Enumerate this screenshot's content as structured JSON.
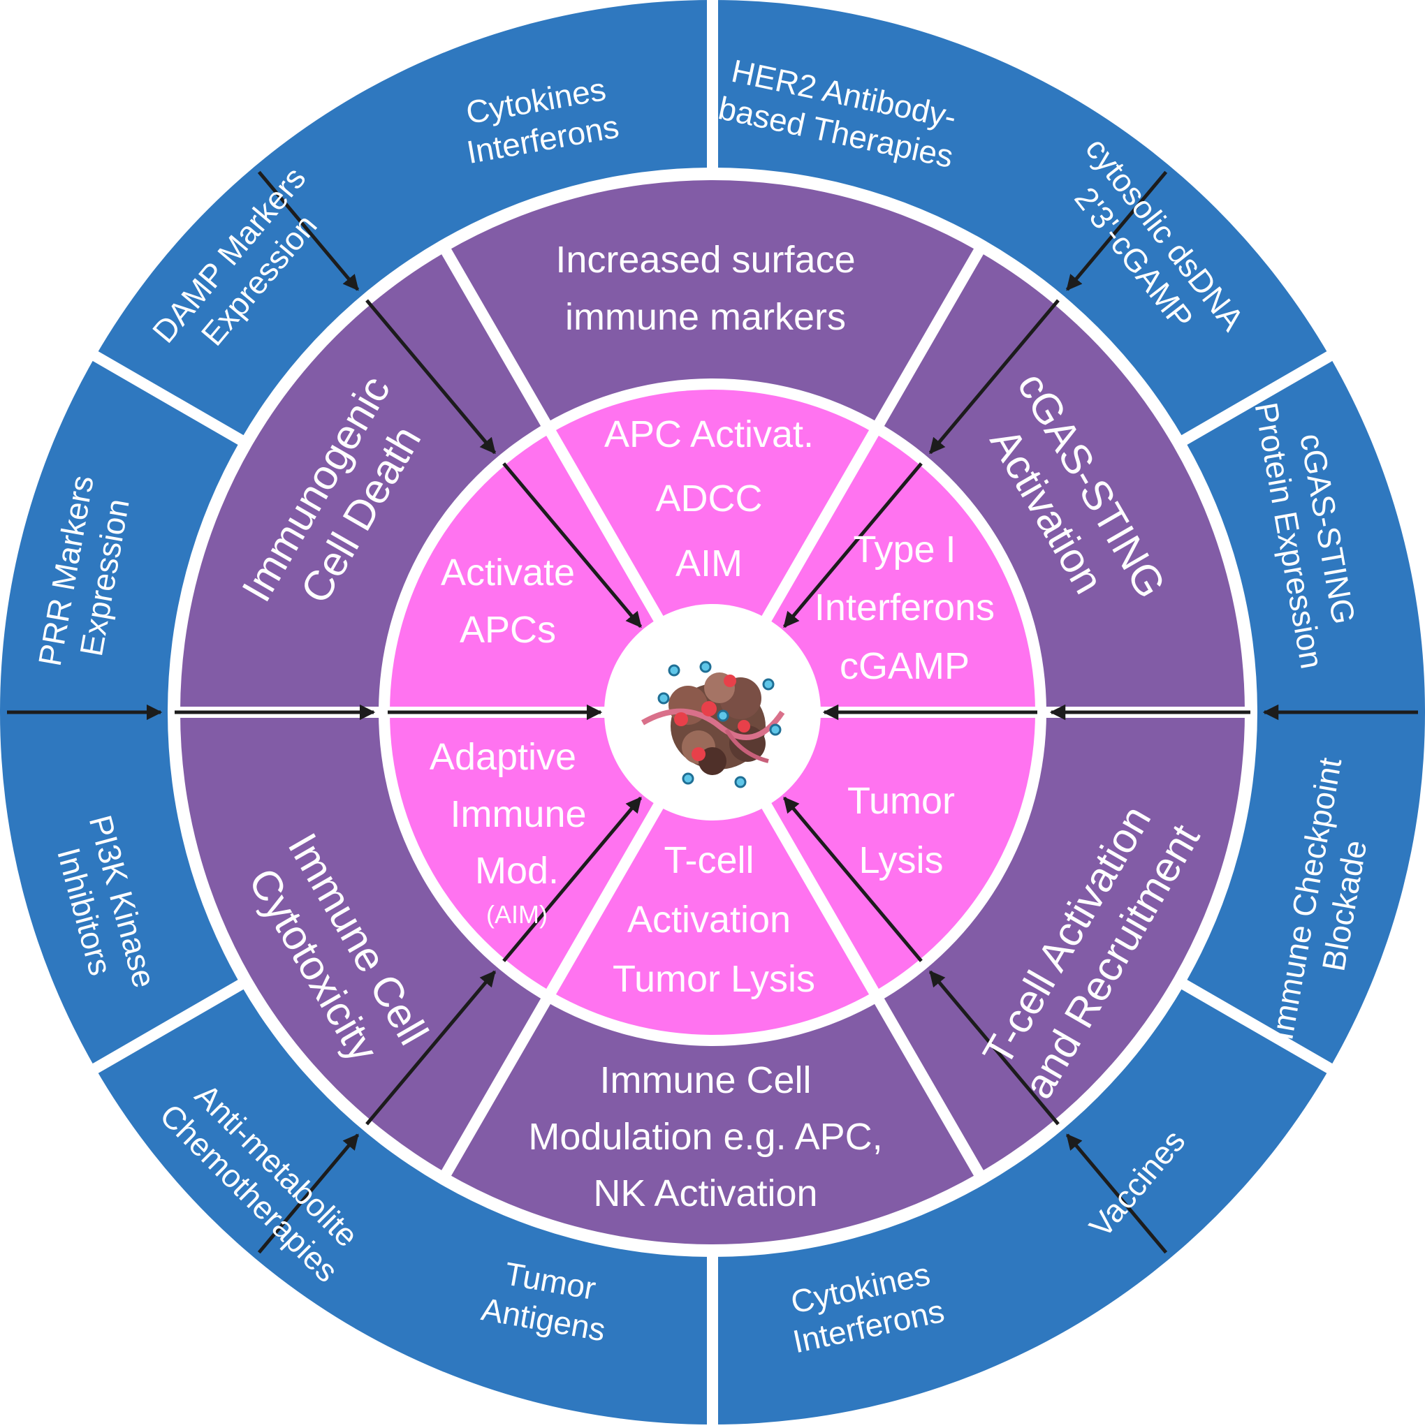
{
  "colors": {
    "outer": "#2f78bf",
    "middle": "#825ca6",
    "inner": "#ff73f0",
    "center": "#ffffff",
    "background": "#ffffff",
    "text": "#ffffff",
    "arrow": "#1c1c1c"
  },
  "outer_ring": {
    "top": {
      "left": [
        "Cytokines",
        "Interferons"
      ],
      "right": [
        "HER2 Antibody-",
        "based Therapies"
      ]
    },
    "upper_right": {
      "first": [
        "cytosolic dsDNA",
        "2'3'-cGAMP"
      ],
      "second": [
        "cGAS-STING",
        "Protein Expression"
      ]
    },
    "lower_right": {
      "first": [
        "Immune Checkpoint",
        "Blockade"
      ],
      "second": [
        "Vaccines"
      ]
    },
    "bottom": {
      "left": [
        "Tumor",
        "Antigens"
      ],
      "right": [
        "Cytokines",
        "Interferons"
      ]
    },
    "lower_left": {
      "first": [
        "PI3K Kinase",
        "Inhibitors"
      ],
      "second": [
        "Anti-metabolite",
        "Chemotherapies"
      ]
    },
    "upper_left": {
      "first": [
        "DAMP Markers",
        "Expression"
      ],
      "second": [
        "PRR Markers",
        "Expression"
      ]
    }
  },
  "middle_ring": {
    "top": [
      "Increased surface",
      "immune markers"
    ],
    "upper_right": [
      "cGAS-STING",
      "Activation"
    ],
    "lower_right": [
      "T-cell Activation",
      "and Recruitment"
    ],
    "bottom": [
      "Immune Cell",
      "Modulation e.g. APC,",
      "NK Activation"
    ],
    "lower_left": [
      "Immune Cell",
      "Cytotoxicity"
    ],
    "upper_left": [
      "Immunogenic",
      "Cell Death"
    ]
  },
  "inner_ring": {
    "top": [
      "APC Activat.",
      "ADCC",
      "AIM"
    ],
    "upper_right": [
      "Type I",
      "Interferons",
      "cGAMP"
    ],
    "lower_right": [
      "Tumor",
      "Lysis"
    ],
    "bottom": [
      "T-cell",
      "Activation",
      "Tumor Lysis"
    ],
    "lower_left": [
      "Adaptive",
      "Immune",
      "Mod."
    ],
    "lower_left_note": "(AIM)",
    "upper_left": [
      "Activate",
      "APCs"
    ]
  }
}
